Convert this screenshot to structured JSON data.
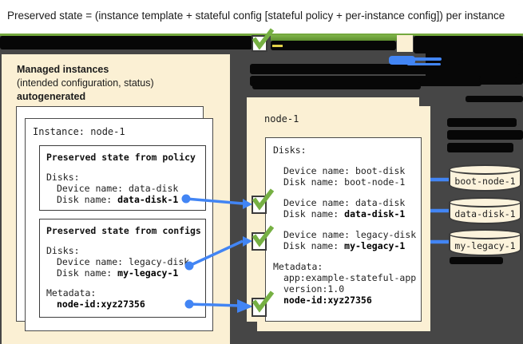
{
  "title": "Preserved state = (instance template + stateful config [stateful policy + per-instance config]) per instance",
  "left_panel": {
    "heading_bold": "Managed instances",
    "heading_line2": "(intended configuration, status)",
    "heading_line3": "autogenerated",
    "instance_box_title": "Instance: node-1",
    "policy_box": {
      "title": "Preserved state from policy",
      "disks_label": "Disks:",
      "device_line": "Device name: data-disk",
      "disk_label": "Disk name: ",
      "disk_value": "data-disk-1"
    },
    "configs_box": {
      "title": "Preserved state from configs",
      "disks_label": "Disks:",
      "device_line": "Device name: legacy-disk",
      "disk_label": "Disk name: ",
      "disk_value": "my-legacy-1",
      "metadata_label": "Metadata:",
      "metadata_value": "node-id:xyz27356"
    }
  },
  "right_panel": {
    "title": "node-1",
    "disks_label": "Disks:",
    "boot_device": "Device name: boot-disk",
    "boot_disk": "Disk name: boot-node-1",
    "data_device": "Device name: data-disk",
    "data_disk_label": "Disk name: ",
    "data_disk_value": "data-disk-1",
    "legacy_device": "Device name: legacy-disk",
    "legacy_disk_label": "Disk name: ",
    "legacy_disk_value": "my-legacy-1",
    "metadata_label": "Metadata:",
    "metadata_app": "app:example-stateful-app",
    "metadata_version": "version:1.0",
    "metadata_node": "node-id:xyz27356"
  },
  "disks": [
    {
      "label": "boot-node-1"
    },
    {
      "label": "data-disk-1"
    },
    {
      "label": "my-legacy-1"
    }
  ],
  "colors": {
    "accent_blue": "#4285F4",
    "check_green": "#76B043",
    "divider_green": "#74A83E",
    "panel_cream": "#FBF0D4",
    "background_dark": "#464646",
    "redaction_black": "#070707"
  }
}
